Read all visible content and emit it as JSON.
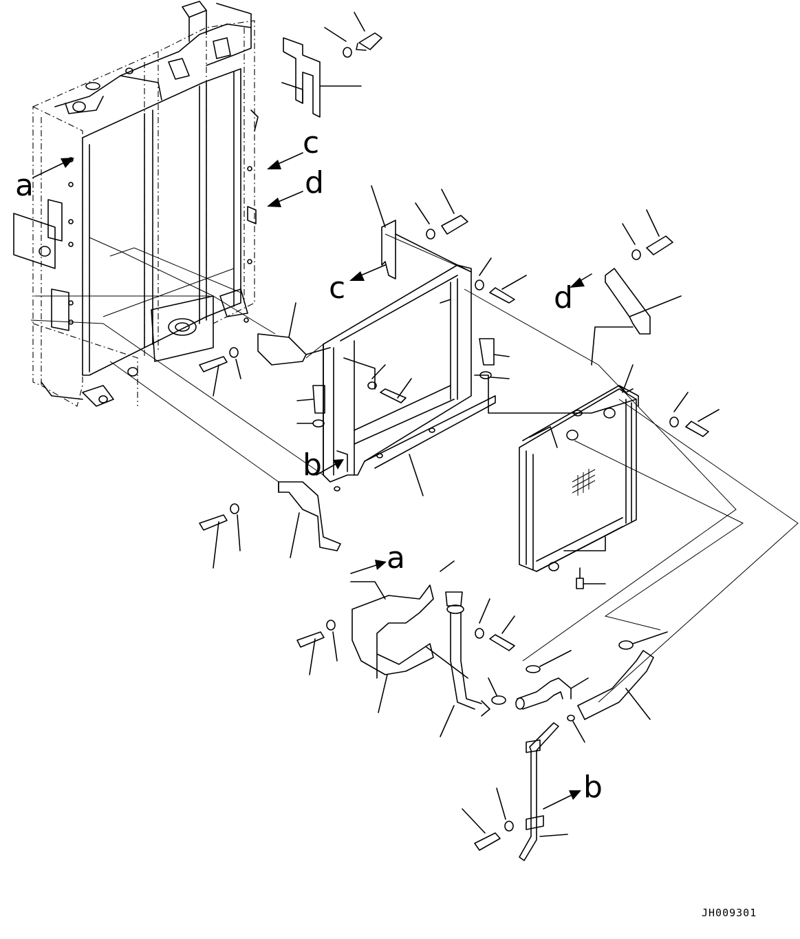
{
  "drawing_id": "JH009301",
  "view_markers": [
    "a",
    "b",
    "c",
    "d"
  ]
}
